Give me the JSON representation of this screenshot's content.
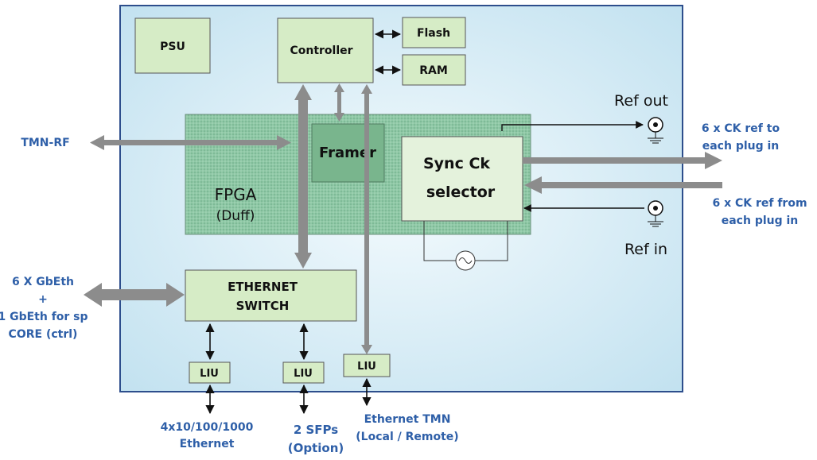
{
  "blocks": {
    "psu": "PSU",
    "controller": "Controller",
    "flash": "Flash",
    "ram": "RAM",
    "framer": "Framer",
    "fpga_line1": "FPGA",
    "fpga_line2": "(Duff)",
    "sync_line1": "Sync Ck",
    "sync_line2": "selector",
    "switch_line1": "ETHERNET",
    "switch_line2": "SWITCH",
    "liu1": "LIU",
    "liu2": "LIU",
    "liu3": "LIU"
  },
  "io": {
    "ref_out": "Ref out",
    "ref_in": "Ref in"
  },
  "external": {
    "tmn_rf": "TMN-RF",
    "ck_out_line1": "6 x CK  ref to",
    "ck_out_line2": "each plug in",
    "ck_in_line1": "6 x CK  ref from",
    "ck_in_line2": "each plug in",
    "gbeth_line1": "6 X GbEth",
    "gbeth_line2": "+",
    "gbeth_line3": "1 GbEth for sp",
    "gbeth_line4": "CORE (ctrl)",
    "eth_line1": "4x10/100/1000",
    "eth_line2": "Ethernet",
    "sfp_line1": "2 SFPs",
    "sfp_line2": "(Option)",
    "tmn_line1": "Ethernet TMN",
    "tmn_line2": "(Local / Remote)"
  },
  "colors": {
    "board_fill_light": "#e6f3fa",
    "board_fill_dark": "#bcdfee",
    "board_border": "#2d4e8c",
    "block_fill": "#d6ecc6",
    "fpga_fill": "#8ec7a5",
    "framer_fill": "#79b58d",
    "arrow_gray": "#8c8c8c",
    "external_text": "#2e5fa8"
  }
}
